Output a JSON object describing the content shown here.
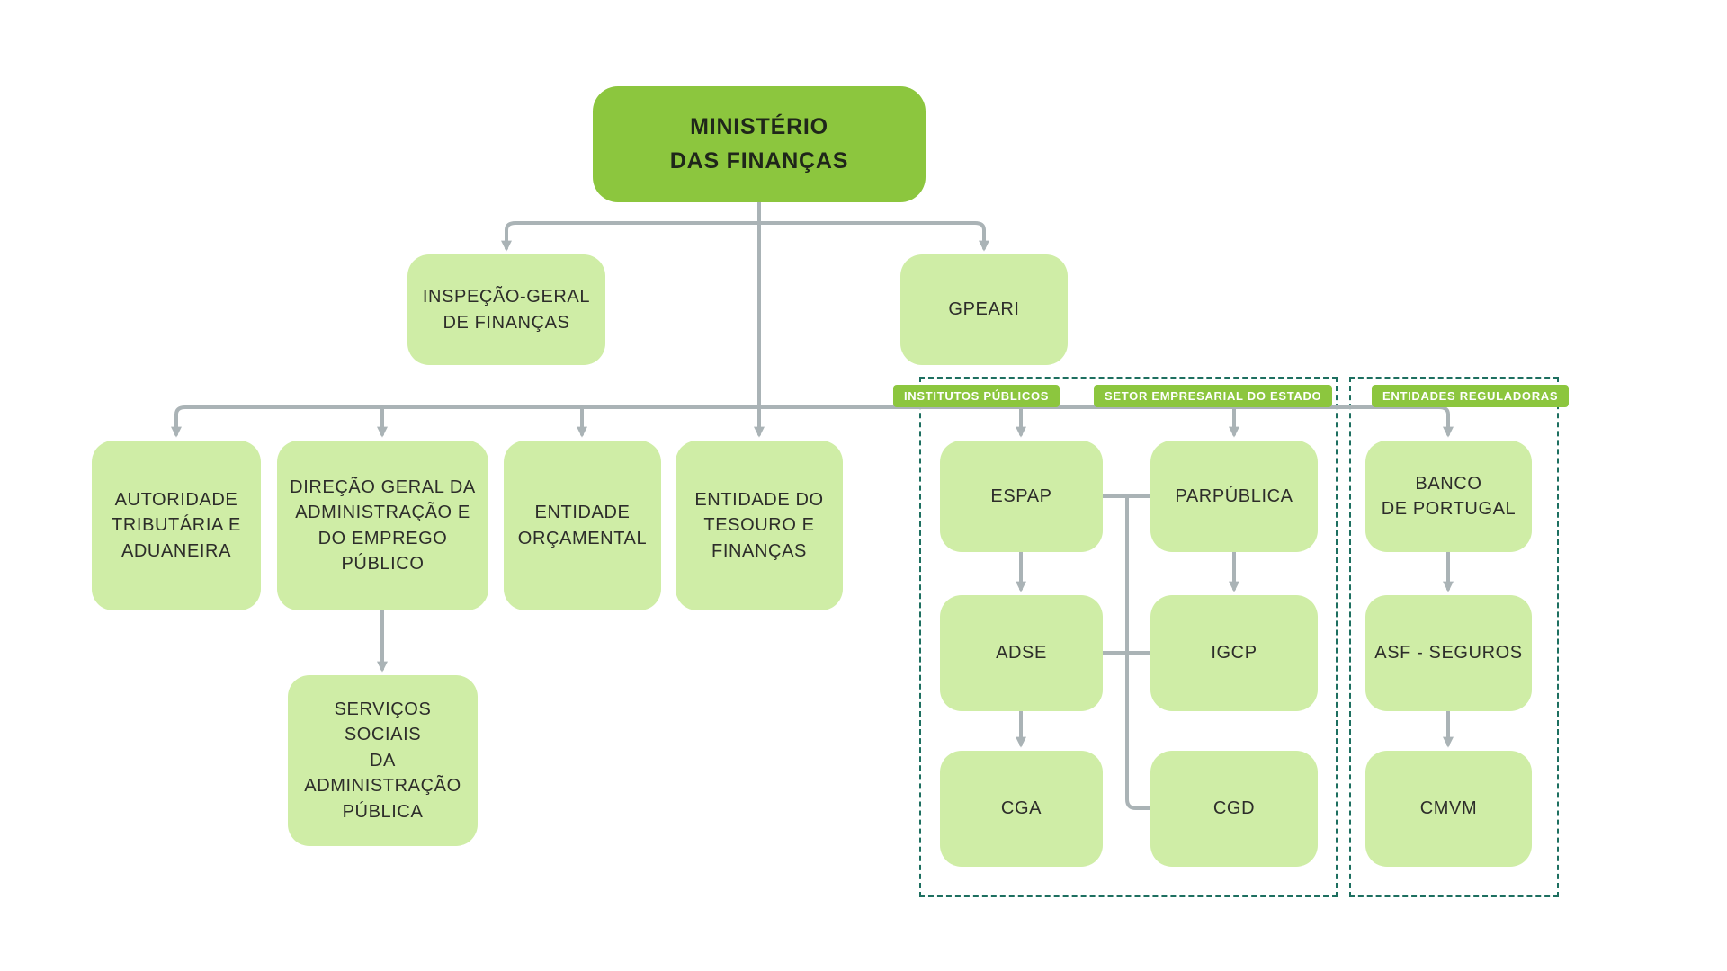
{
  "diagram_type": "org-chart",
  "colors": {
    "root_node_fill": "#8cc63e",
    "node_fill": "#cfeda6",
    "badge_fill": "#8cc63e",
    "badge_text": "#ffffff",
    "group_border": "#1d6f60",
    "connector": "#aab3b6",
    "node_text": "#2d2d2a",
    "background": "#ffffff"
  },
  "nodes": {
    "ministerio": {
      "label": "MINISTÉRIO\nDAS FINANÇAS"
    },
    "igf": {
      "label": "INSPEÇÃO-GERAL\nDE FINANÇAS"
    },
    "gpeari": {
      "label": "GPEARI"
    },
    "autoridade": {
      "label": "AUTORIDADE\nTRIBUTÁRIA E\nADUANEIRA"
    },
    "dgaep": {
      "label": "DIREÇÃO GERAL DA\nADMINISTRAÇÃO E\nDO EMPREGO\nPÚBLICO"
    },
    "orcamental": {
      "label": "ENTIDADE\nORÇAMENTAL"
    },
    "tesouro": {
      "label": "ENTIDADE DO\nTESOURO E\nFINANÇAS"
    },
    "ssap": {
      "label": "SERVIÇOS SOCIAIS\nDA\nADMINISTRAÇÃO\nPÚBLICA"
    },
    "espap": {
      "label": "ESPAP"
    },
    "adse": {
      "label": "ADSE"
    },
    "cga": {
      "label": "CGA"
    },
    "parpublica": {
      "label": "PARPÚBLICA"
    },
    "igcp": {
      "label": "IGCP"
    },
    "cgd": {
      "label": "CGD"
    },
    "banco": {
      "label": "BANCO\nDE PORTUGAL"
    },
    "asf": {
      "label": "ASF - SEGUROS"
    },
    "cmvm": {
      "label": "CMVM"
    }
  },
  "groups": {
    "institutos": {
      "label": "INSTITUTOS PÚBLICOS"
    },
    "setor": {
      "label": "SETOR EMPRESARIAL DO ESTADO"
    },
    "reguladoras": {
      "label": "ENTIDADES REGULADORAS"
    }
  },
  "edges": [
    {
      "from": "ministerio",
      "to": "igf"
    },
    {
      "from": "ministerio",
      "to": "gpeari"
    },
    {
      "from": "ministerio",
      "to": "autoridade"
    },
    {
      "from": "ministerio",
      "to": "dgaep"
    },
    {
      "from": "ministerio",
      "to": "orcamental"
    },
    {
      "from": "ministerio",
      "to": "tesouro"
    },
    {
      "from": "ministerio",
      "to": "espap"
    },
    {
      "from": "ministerio",
      "to": "parpublica"
    },
    {
      "from": "ministerio",
      "to": "banco"
    },
    {
      "from": "dgaep",
      "to": "ssap"
    },
    {
      "from": "espap",
      "to": "adse"
    },
    {
      "from": "adse",
      "to": "cga"
    },
    {
      "from": "parpublica",
      "to": "igcp"
    },
    {
      "from": "mid-link",
      "to": "cgd"
    },
    {
      "from": "banco",
      "to": "asf"
    },
    {
      "from": "asf",
      "to": "cmvm"
    }
  ]
}
